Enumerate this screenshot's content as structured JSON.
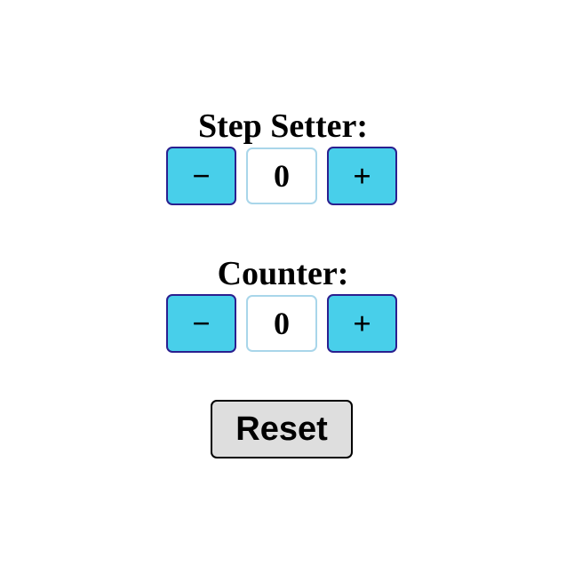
{
  "step_setter": {
    "title": "Step Setter:",
    "decrement_label": "−",
    "value": "0",
    "increment_label": "+"
  },
  "counter": {
    "title": "Counter:",
    "decrement_label": "−",
    "value": "0",
    "increment_label": "+"
  },
  "reset": {
    "label": "Reset"
  },
  "colors": {
    "stepper_button_fill": "#48cfea",
    "stepper_button_border": "#2a1f8f",
    "value_box_border": "#a9d6ea",
    "reset_button_fill": "#dedede",
    "text": "#000000",
    "background": "#ffffff"
  }
}
